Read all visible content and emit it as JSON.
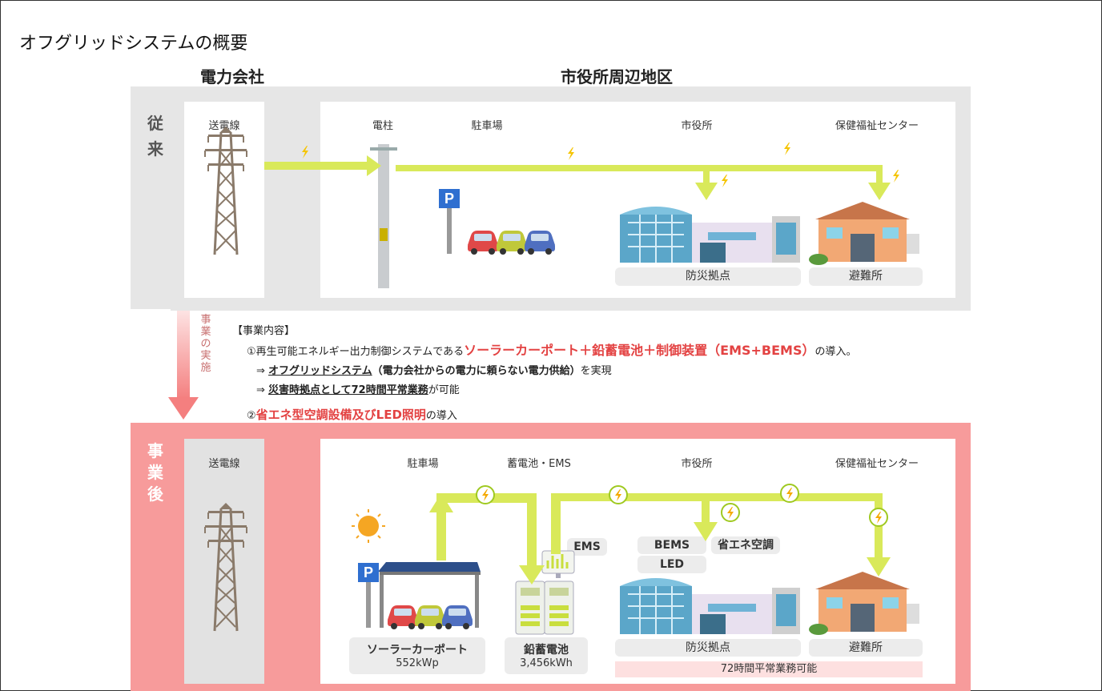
{
  "title": "オフグリッドシステムの概要",
  "header_utility": "電力会社",
  "header_district": "市役所周辺地区",
  "before": {
    "label_1": "従",
    "label_2": "来",
    "transmission": "送電線",
    "pole": "電柱",
    "parking": "駐車場",
    "city_hall": "市役所",
    "welfare_center": "保健福祉センター",
    "disaster_base": "防災拠点",
    "shelter": "避難所",
    "parking_sign": "P"
  },
  "implementation": {
    "label": [
      "事",
      "業",
      "の",
      "実",
      "施"
    ]
  },
  "business": {
    "heading": "【事業内容】",
    "line1_prefix": "①再生可能エネルギー出力制御システムである",
    "line1_highlight": "ソーラーカーポート＋鉛蓄電池＋制御装置（EMS+BEMS）",
    "line1_suffix": "の導入。",
    "line2_arrow": "⇒ ",
    "line2_bold": "オフグリッドシステム",
    "line2_paren": "（電力会社からの電力に頼らない電力供給）",
    "line2_suffix": "を実現",
    "line3_arrow": "⇒ ",
    "line3_bold": "災害時拠点として72時間平常業務",
    "line3_suffix": "が可能",
    "line4_prefix": "②",
    "line4_highlight": "省エネ型空調設備及びLED照明",
    "line4_suffix": "の導入"
  },
  "after": {
    "label_1": "事",
    "label_2": "業",
    "label_3": "後",
    "transmission": "送電線",
    "parking": "駐車場",
    "battery_ems": "蓄電池・EMS",
    "city_hall": "市役所",
    "welfare_center": "保健福祉センター",
    "ems": "EMS",
    "bems": "BEMS",
    "led": "LED",
    "eco_ac": "省エネ空調",
    "solar_carport_name": "ソーラーカーポート",
    "solar_carport_value": "552kWp",
    "battery_name": "鉛蓄電池",
    "battery_value": "3,456kWh",
    "disaster_base": "防災拠点",
    "shelter": "避難所",
    "business_continuity": "72時間平常業務可能",
    "parking_sign": "P"
  },
  "colors": {
    "arrow": "#d9e95a",
    "bolt": "#f5c400",
    "band_before": "#e6e6e6",
    "band_after": "#f79b9b",
    "highlight_red": "#e34242"
  }
}
